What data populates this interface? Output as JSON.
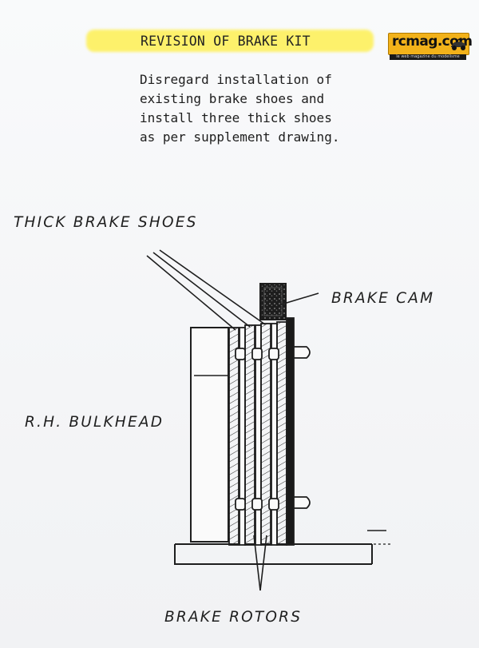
{
  "heading": {
    "title": "REVISION OF BRAKE KIT",
    "highlight_color": "#ffee35"
  },
  "logo": {
    "text": "rcmag.com",
    "tagline": "le web magazine du modelisme",
    "color": "#f2b21a"
  },
  "note": {
    "lines": [
      "Disregard installation of",
      "existing brake shoes and",
      "install three thick shoes",
      "as per supplement drawing."
    ]
  },
  "labels": {
    "thick_brake_shoes": "THICK BRAKE SHOES",
    "brake_cam": "BRAKE CAM",
    "bulkhead": "R.H. BULKHEAD",
    "brake_rotors": "BRAKE ROTORS"
  }
}
